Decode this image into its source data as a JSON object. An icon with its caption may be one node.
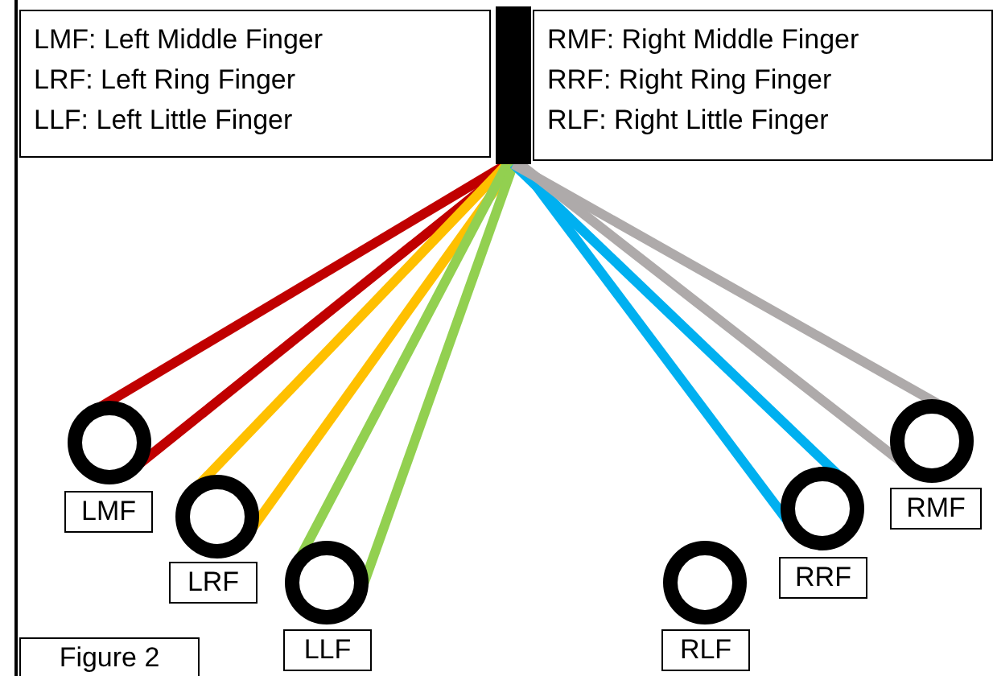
{
  "diagram": {
    "caption": "Figure 2",
    "nodes": [
      {
        "text": [
          "LMF:  Left Middle Finger",
          "LRF:  Left Ring Finger",
          "LLF:  Left Little Finger"
        ]
      },
      {
        "text": [],
        "shape": "bar"
      },
      {
        "text": [
          "RMF:  Right Middle Finger",
          "RRF:  Right Ring Finger",
          "RLF:  Right Little Finger"
        ]
      },
      {
        "text": [],
        "shape": "circle",
        "beside": [
          "LMF"
        ]
      },
      {
        "text": [],
        "shape": "circle",
        "beside": [
          "LRF"
        ]
      },
      {
        "text": [],
        "shape": "circle",
        "beside": [
          "LLF"
        ]
      },
      {
        "text": [],
        "shape": "circle",
        "beside": [
          "RLF"
        ]
      },
      {
        "text": [],
        "shape": "circle",
        "beside": [
          "RRF"
        ]
      },
      {
        "text": [],
        "shape": "circle",
        "beside": [
          "RMF"
        ]
      }
    ],
    "edges": [
      {
        "from": 1,
        "to": 3,
        "arrow": "none",
        "color": "#c00000"
      },
      {
        "from": 1,
        "to": 3,
        "arrow": "none",
        "color": "#c00000"
      },
      {
        "from": 1,
        "to": 4,
        "arrow": "none",
        "color": "#ffc000"
      },
      {
        "from": 1,
        "to": 4,
        "arrow": "none",
        "color": "#ffc000"
      },
      {
        "from": 1,
        "to": 5,
        "arrow": "none",
        "color": "#92d050"
      },
      {
        "from": 1,
        "to": 5,
        "arrow": "none",
        "color": "#92d050"
      },
      {
        "from": 1,
        "to": 7,
        "arrow": "none",
        "color": "#00b0f0"
      },
      {
        "from": 1,
        "to": 7,
        "arrow": "none",
        "color": "#00b0f0"
      },
      {
        "from": 1,
        "to": 8,
        "arrow": "none",
        "color": "#aeaaaa"
      },
      {
        "from": 1,
        "to": 8,
        "arrow": "none",
        "color": "#aeaaaa"
      }
    ]
  }
}
